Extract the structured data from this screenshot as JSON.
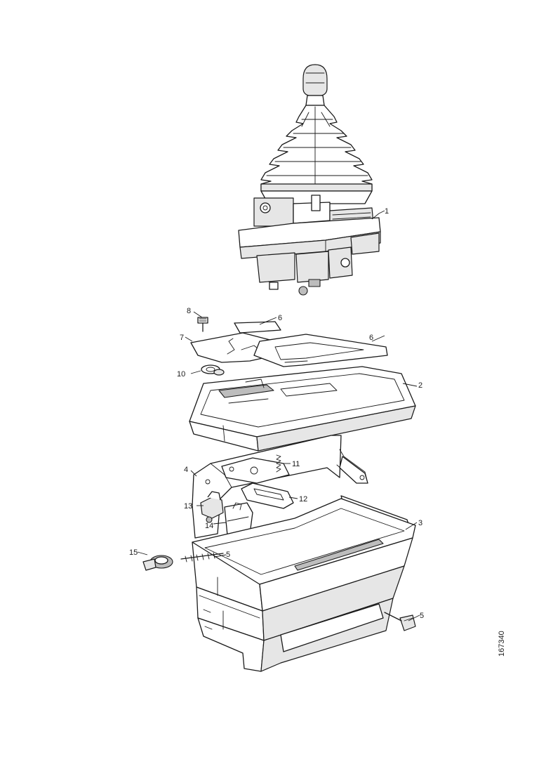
{
  "drawing": {
    "reference_number": "167340",
    "callouts": {
      "p1": "1",
      "p2": "2",
      "p3": "3",
      "p4": "4",
      "p5a": "5",
      "p5b": "5",
      "p6a": "6",
      "p6b": "6",
      "p7": "7",
      "p8": "8",
      "p10": "10",
      "p11": "11",
      "p12": "12",
      "p13": "13",
      "p14": "14",
      "p15": "15"
    }
  }
}
